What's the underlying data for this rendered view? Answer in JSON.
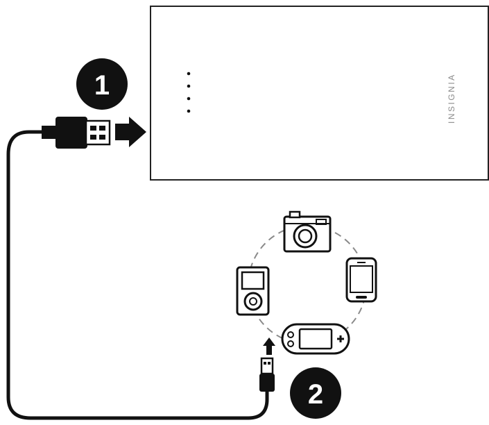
{
  "power_bank": {
    "brand_text": "INSIGNIA",
    "indicator_dots": 4
  },
  "steps": [
    {
      "number": "1"
    },
    {
      "number": "2"
    }
  ],
  "devices": [
    {
      "icon": "camera-icon"
    },
    {
      "icon": "smartphone-icon"
    },
    {
      "icon": "handheld-game-console-icon"
    },
    {
      "icon": "music-player-icon"
    }
  ]
}
